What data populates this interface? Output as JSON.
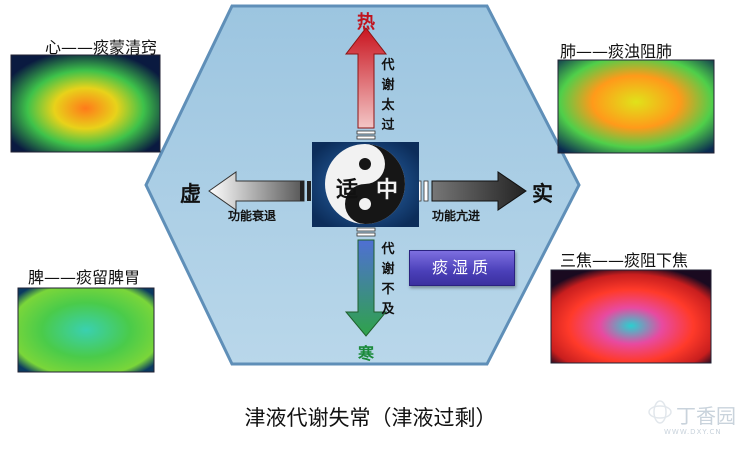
{
  "center": {
    "left_char": "适",
    "right_char": "中"
  },
  "poles": {
    "top": "热",
    "bottom": "寒",
    "left": "虚",
    "right": "实"
  },
  "arrow_labels": {
    "up": "代谢太过",
    "down": "代谢不及",
    "left": "功能衰退",
    "right": "功能亢进"
  },
  "badge": "痰湿质",
  "thermal_images": {
    "heart": "心——痰蒙清窍",
    "lung": "肺——痰浊阻肺",
    "spleen": "脾——痰留脾胃",
    "sanjiao": "三焦——痰阻下焦"
  },
  "caption": "津液代谢失常（津液过剩）",
  "watermark": {
    "name": "丁香园",
    "url": "WWW.DXY.CN"
  },
  "colors": {
    "hexagon_fill": "#a9cde4",
    "hexagon_stroke": "#5f8fb8",
    "up_arrow": "#c0141e",
    "down_arrow": "#1a8a3a"
  }
}
